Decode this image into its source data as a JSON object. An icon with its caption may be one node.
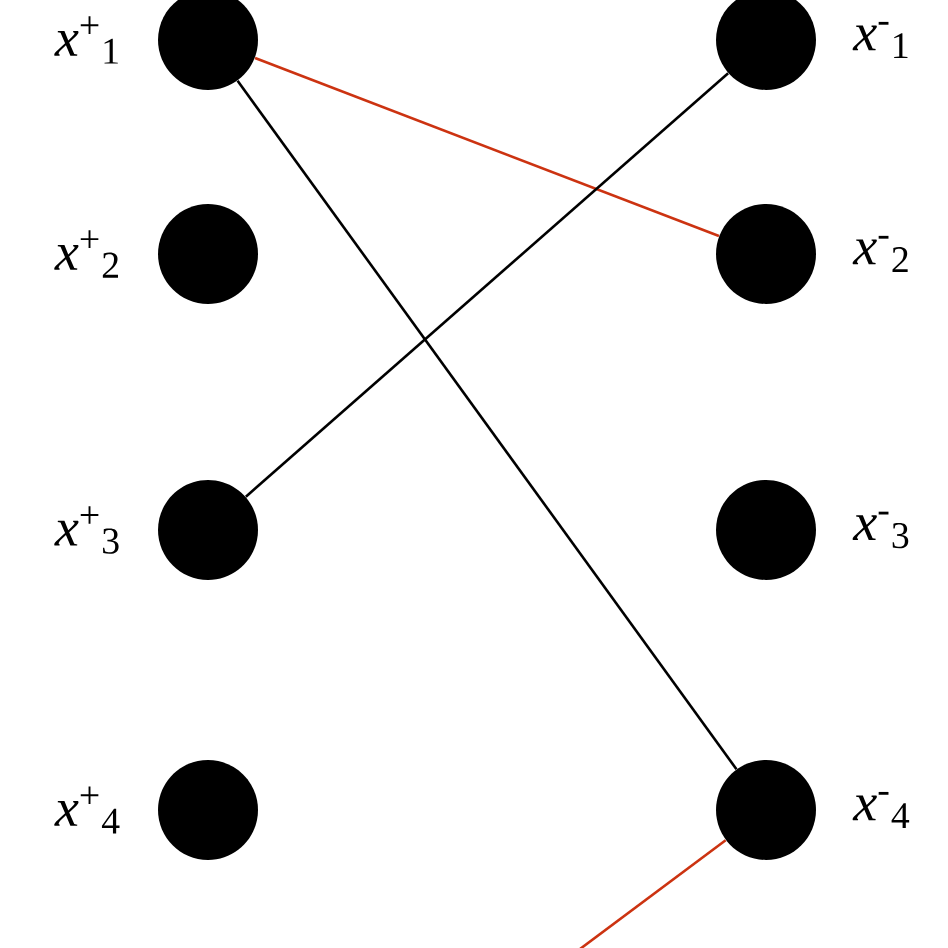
{
  "diagram": {
    "nodes": [
      {
        "text": [],
        "shape": "circle",
        "beside": [
          "*x*$^{+}$$_{1}$"
        ]
      },
      {
        "text": [],
        "shape": "circle",
        "beside": [
          "*x*$^{+}$$_{2}$"
        ]
      },
      {
        "text": [],
        "shape": "circle",
        "beside": [
          "*x*$^{+}$$_{3}$"
        ]
      },
      {
        "text": [],
        "shape": "circle",
        "beside": [
          "*x*$^{+}$$_{4}$"
        ]
      },
      {
        "text": [],
        "shape": "circle",
        "beside": [
          "*x*$^{-}$$_{1}$"
        ]
      },
      {
        "text": [],
        "shape": "circle",
        "beside": [
          "*x*$^{-}$$_{2}$"
        ]
      },
      {
        "text": [],
        "shape": "circle",
        "beside": [
          "*x*$^{-}$$_{3}$"
        ]
      },
      {
        "text": [],
        "shape": "circle",
        "beside": [
          "*x*$^{-}$$_{4}$"
        ]
      }
    ],
    "edges": [
      {
        "from": 0,
        "to": 7,
        "arrow": "none"
      },
      {
        "from": 0,
        "to": 5,
        "arrow": "none",
        "color": "#cc3311"
      },
      {
        "from": 2,
        "to": 4,
        "arrow": "none"
      },
      {
        "from": 7,
        "to": null,
        "arrow": "none",
        "color": "#cc3311"
      }
    ]
  }
}
